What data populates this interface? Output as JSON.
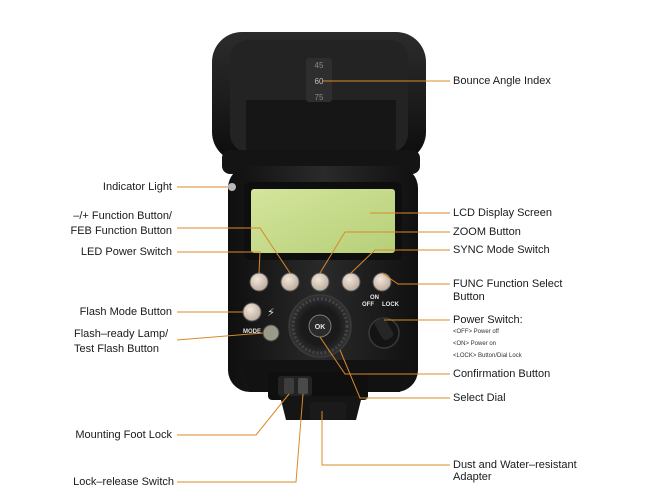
{
  "labels": {
    "bounce_angle_index": "Bounce Angle Index",
    "indicator_light": "Indicator Light",
    "lcd_display_screen": "LCD Display Screen",
    "function_button_line1": "–/+ Function Button/",
    "function_button_line2": "FEB Function Button",
    "zoom_button": "ZOOM Button",
    "led_power_switch": "LED Power Switch",
    "sync_mode_switch": "SYNC Mode Switch",
    "func_select_line1": "FUNC Function Select",
    "func_select_line2": "Button",
    "flash_mode_button": "Flash Mode Button",
    "power_switch": "Power Switch:",
    "power_off": "<OFF> Power off",
    "power_on": "<ON> Power on",
    "power_lock": "<LOCK> Button/Dial Lock",
    "flash_ready_line1": "Flash–ready Lamp/",
    "flash_ready_line2": "Test Flash Button",
    "confirmation_button": "Confirmation Button",
    "select_dial": "Select Dial",
    "mounting_foot_lock": "Mounting Foot Lock",
    "lock_release_switch": "Lock–release Switch",
    "dust_water_line1": "Dust and Water–resistant",
    "dust_water_line2": "Adapter"
  },
  "device_text": {
    "angle_1": "45",
    "angle_2": "60",
    "angle_3": "75",
    "ok": "OK",
    "mode": "MODE",
    "off": "OFF",
    "on": "ON",
    "lock": "LOCK"
  },
  "colors": {
    "leader_line": "#d98a2b",
    "label_text": "#1a1a1a",
    "lcd": "#c8dc8c",
    "body": "#1c1c1c"
  }
}
